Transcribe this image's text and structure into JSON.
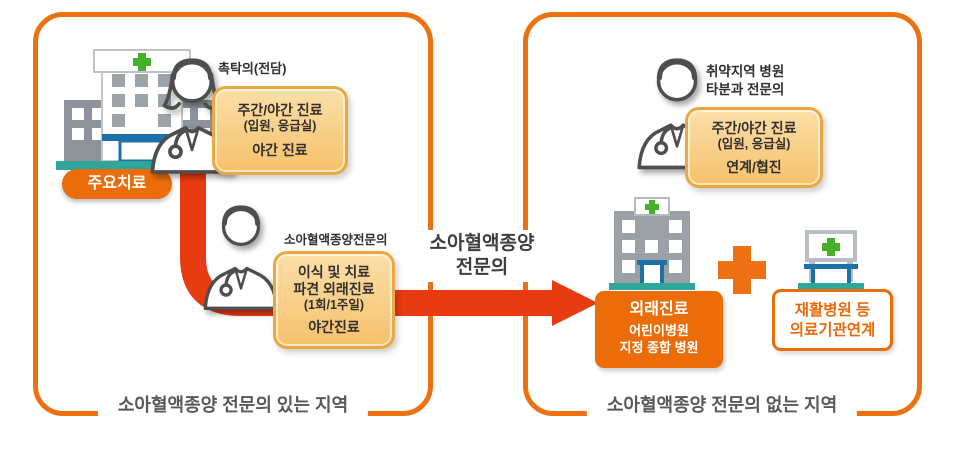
{
  "left_panel": {
    "region_label": "소아혈액종양 전문의 있는 지역",
    "main_badge": "주요치료",
    "consultant": {
      "label": "촉탁의(전담)",
      "care_lines": [
        "주간/야간 진료",
        "(입원, 응급실)",
        "야간 진료"
      ]
    },
    "specialist": {
      "label": "소아혈액종양전문의",
      "care_lines": [
        "이식 및 치료",
        "파견 외래진료",
        "(1회/1주일)",
        "야간진료"
      ]
    }
  },
  "arrow": {
    "label_line1": "소아혈액종양",
    "label_line2": "전문의"
  },
  "right_panel": {
    "region_label": "소아혈액종양 전문의 없는 지역",
    "local_doctor": {
      "label_line1": "취약지역 병원",
      "label_line2": "타분과 전문의",
      "care_lines": [
        "주간/야간 진료",
        "(입원, 응급실)",
        "연계/협진"
      ]
    },
    "outpatient_box": {
      "lines": [
        "외래진료",
        "어린이병원",
        "지정 종합 병원"
      ]
    },
    "rehab_box": {
      "lines": [
        "재활병원 등",
        "의료기관연계"
      ]
    }
  },
  "colors": {
    "panel_border": "#EC7211",
    "arrow_red": "#E93B12",
    "badge_orange": "#EB6D0A",
    "tan_fill": "#F9CF8B",
    "tan_border": "#E9A93F",
    "teal_base": "#2EA79B",
    "blue_detail": "#1C72A8",
    "green_cross": "#45B029",
    "text_dark": "#3E3E3E"
  }
}
